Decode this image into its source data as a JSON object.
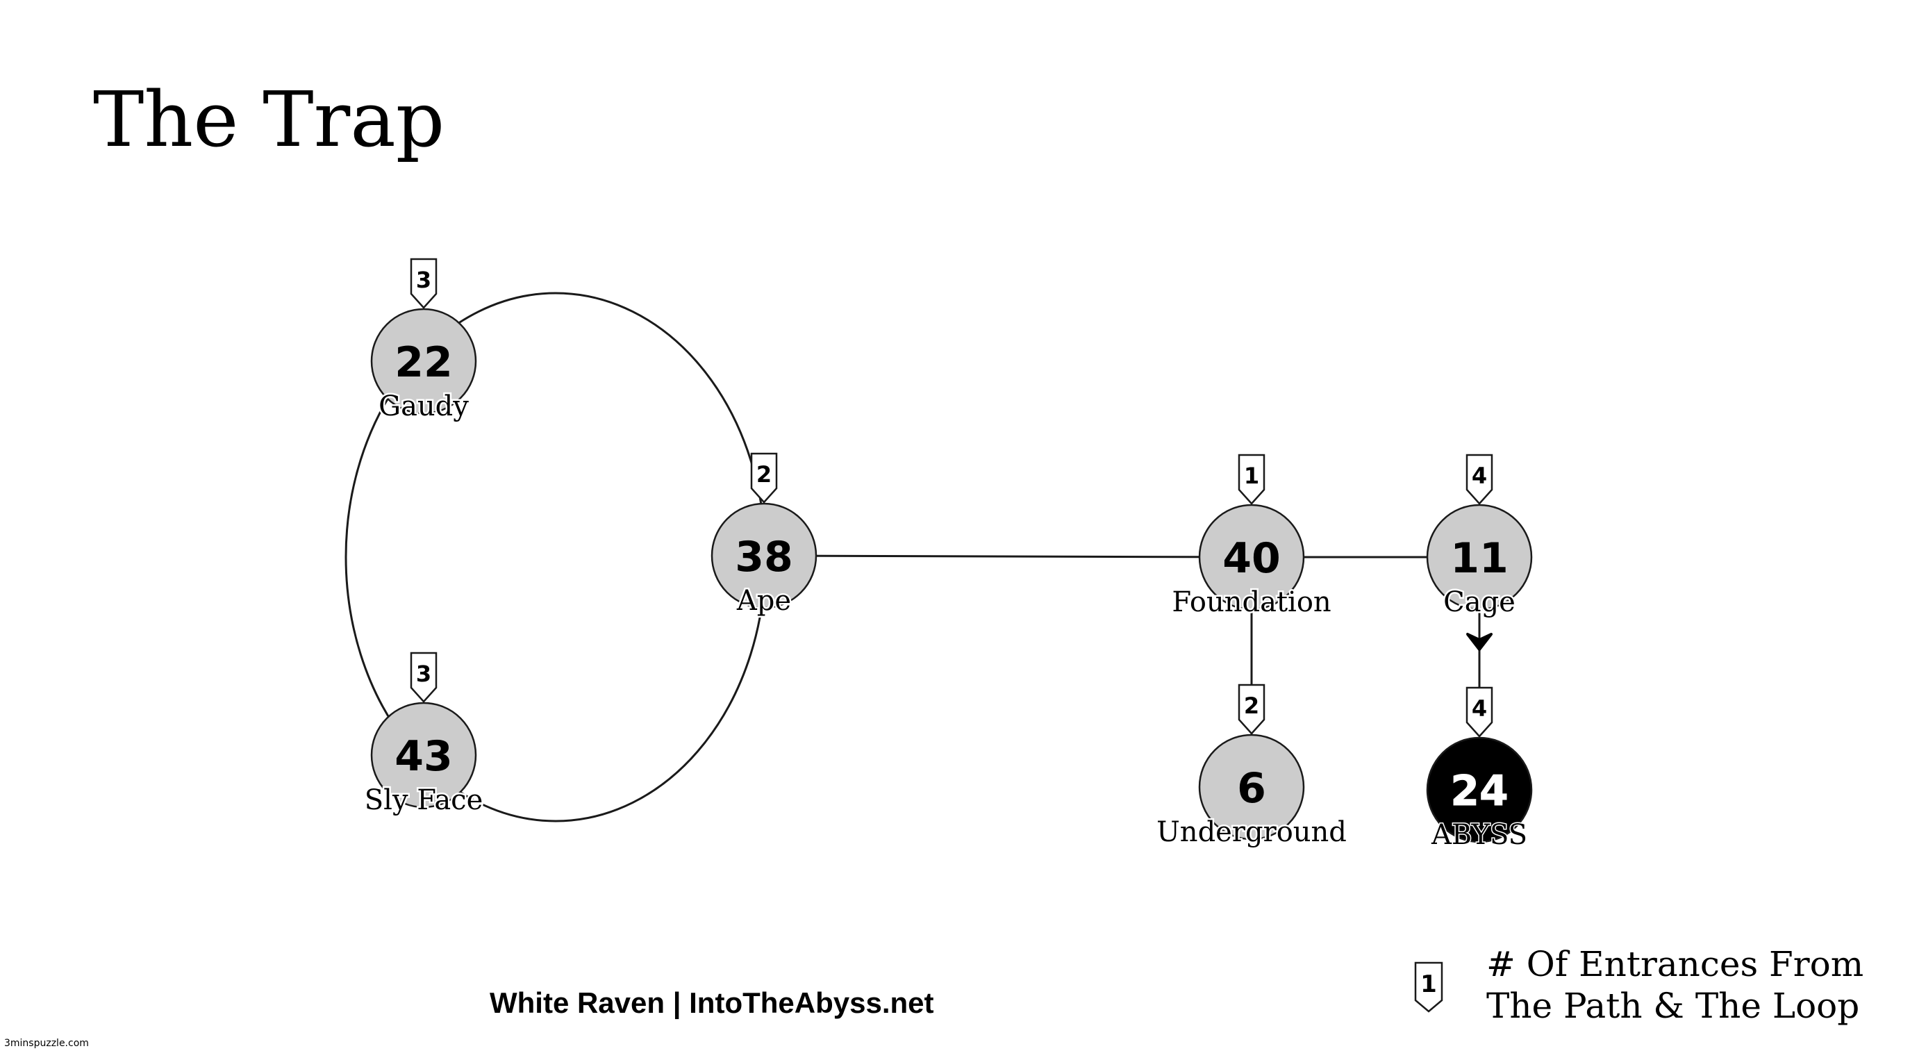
{
  "title": "The Trap",
  "credit": "White Raven | IntoTheAbyss.net",
  "watermark": "3minspuzzle.com",
  "legend": {
    "badge": "1",
    "line1": "# Of Entrances From",
    "line2": "The Path & The Loop"
  },
  "colors": {
    "node_fill": "#cccccc",
    "abyss_fill": "#000000",
    "line": "#1a1a1a"
  },
  "nodes": [
    {
      "id": "gaudy",
      "number": "22",
      "label": "Gaudy",
      "badge": "3",
      "dark": false
    },
    {
      "id": "ape",
      "number": "38",
      "label": "Ape",
      "badge": "2",
      "dark": false
    },
    {
      "id": "sly-face",
      "number": "43",
      "label": "Sly Face",
      "badge": "3",
      "dark": false
    },
    {
      "id": "foundation",
      "number": "40",
      "label": "Foundation",
      "badge": "1",
      "dark": false
    },
    {
      "id": "cage",
      "number": "11",
      "label": "Cage",
      "badge": "4",
      "dark": false
    },
    {
      "id": "underground",
      "number": "6",
      "label": "Underground",
      "badge": "2",
      "dark": false
    },
    {
      "id": "abyss",
      "number": "24",
      "label": "ABYSS",
      "badge": "4",
      "dark": true
    }
  ],
  "edges": [
    {
      "from": "gaudy",
      "to": "ape",
      "kind": "loop"
    },
    {
      "from": "ape",
      "to": "sly-face",
      "kind": "loop"
    },
    {
      "from": "sly-face",
      "to": "gaudy",
      "kind": "loop"
    },
    {
      "from": "ape",
      "to": "foundation",
      "kind": "path"
    },
    {
      "from": "foundation",
      "to": "cage",
      "kind": "path"
    },
    {
      "from": "foundation",
      "to": "underground",
      "kind": "path"
    },
    {
      "from": "cage",
      "to": "abyss",
      "kind": "arrow"
    }
  ]
}
